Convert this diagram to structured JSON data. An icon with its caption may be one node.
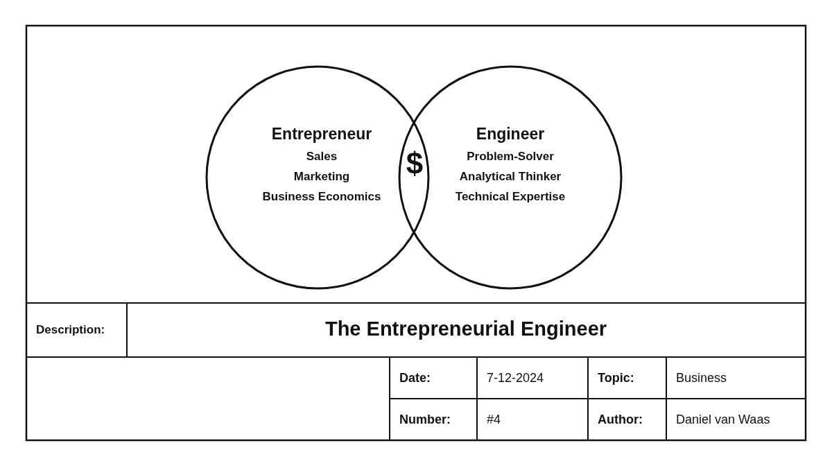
{
  "diagram": {
    "title": "The Entrepreneurial Engineer",
    "nodes": [
      {
        "text": [
          "Entrepreneur",
          "Sales",
          "Marketing",
          "Business Economics"
        ]
      },
      {
        "text": [
          "Engineer",
          "Problem-Solver",
          "Analytical Thinker",
          "Technical Expertise"
        ]
      }
    ],
    "labels": [
      "$",
      "Description:",
      "Date:",
      "7-12-2024",
      "Topic:",
      "Business",
      "Number:",
      "#4",
      "Author:",
      "Daniel van Waas"
    ]
  }
}
